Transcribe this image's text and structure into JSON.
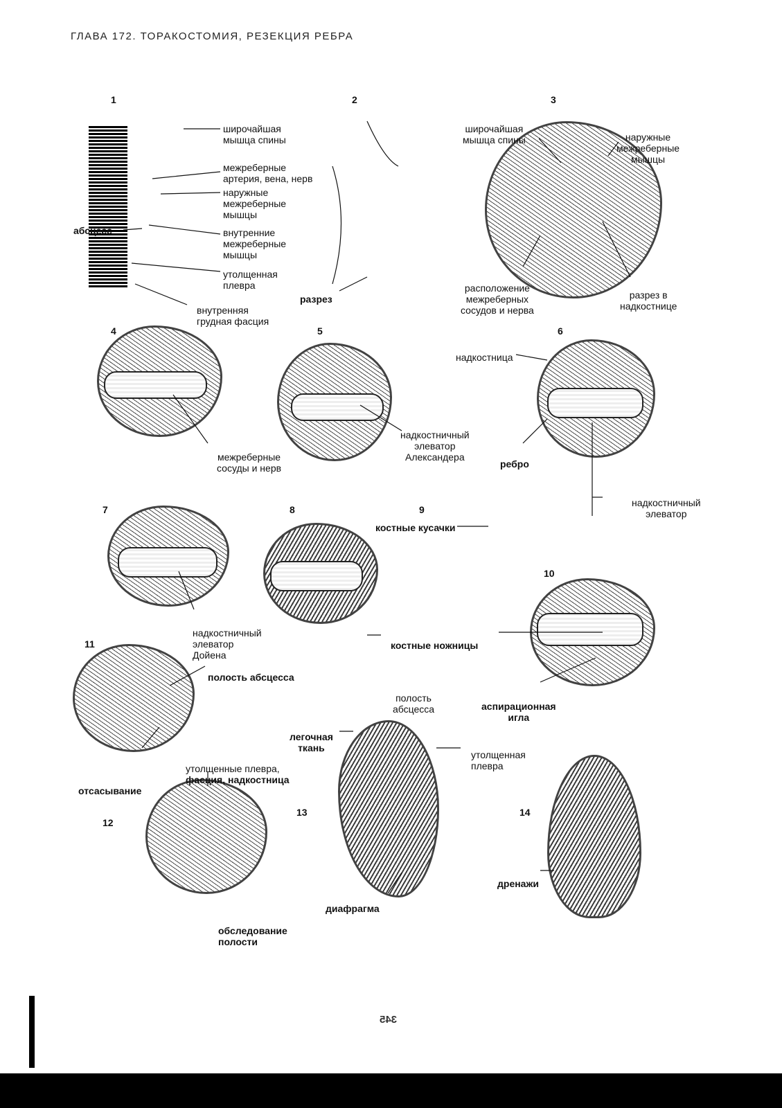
{
  "header": {
    "title": "ГЛАВА 172. ТОРАКОСТОМИЯ, РЕЗЕКЦИЯ РЕБРА"
  },
  "figures": [
    "1",
    "2",
    "3",
    "4",
    "5",
    "6",
    "7",
    "8",
    "9",
    "10",
    "11",
    "12",
    "13",
    "14"
  ],
  "labels": {
    "f1_latissimus": "широчайшая\nмышца спины",
    "f1_intercostal_vessels": "межреберные\nартерия, вена, нерв",
    "f1_external_muscles": "наружные\nмежреберные\nмышцы",
    "f1_abscess": "абсцесс",
    "f1_internal_muscles": "внутренние\nмежреберные\nмышцы",
    "f1_thick_pleura": "утолщенная\nплевра",
    "f1_internal_fascia": "внутренняя\nгрудная фасция",
    "f2_incision": "разрез",
    "f3_latissimus": "широчайшая\nмышца спины",
    "f3_external_muscles": "наружные\nмежреберные\nмышцы",
    "f3_vessels_location": "расположение\nмежреберных\nсосудов и нерва",
    "f3_periosteum_incision": "разрез в\nнадкостнице",
    "f4_vessels": "межреберные\nсосуды и нерв",
    "f5_elevator": "надкостничный\nэлеватор\nАлександера",
    "f6_periosteum": "надкостница",
    "f6_rib": "ребро",
    "f6_elevator": "надкостничный\nэлеватор",
    "f7_elevator": "надкостничный\nэлеватор\nДойена",
    "f9_rongeur": "костные кусачки",
    "f8_bone_shears": "костные ножницы",
    "f11_cavity": "полость абсцесса",
    "f11_suction": "отсасывание",
    "f10_needle": "аспирационная\nигла",
    "f12_layers_a": "утолщенные плевра,",
    "f12_layers_b": "фасция, надкостница",
    "f12_exam": "обследование\nполости",
    "f13_cavity": "полость\nабсцесса",
    "f13_lung": "легочная\nткань",
    "f13_thick_pleura": "утолщенная\nплевра",
    "f13_diaphragm": "диафрагма",
    "f14_drains": "дренажи"
  },
  "page_number": "345"
}
